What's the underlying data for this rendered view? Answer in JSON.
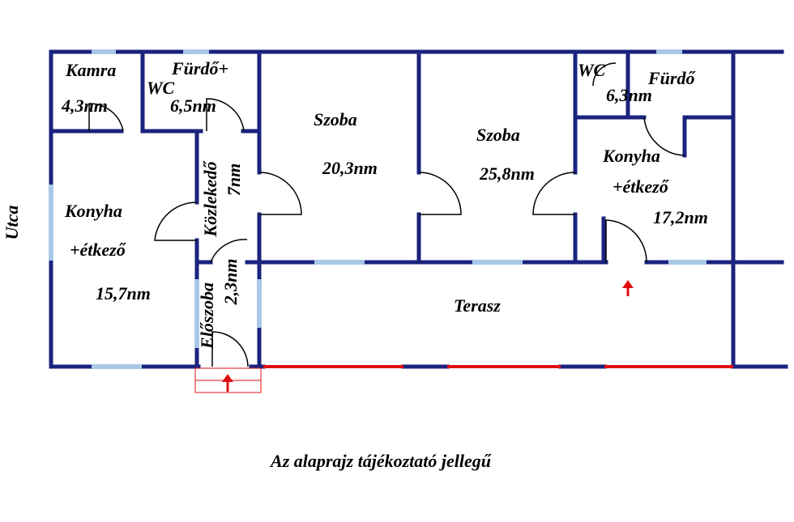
{
  "street_label": "Utca",
  "disclaimer": "Az alaprajz tájékoztató jellegű",
  "rooms": {
    "kamra_name": "Kamra",
    "kamra_area": "4,3nm",
    "furdo_wc_name_1": "Fürdő+",
    "furdo_wc_name_2": "WC",
    "furdo_wc_area": "6,5nm",
    "szoba1_name": "Szoba",
    "szoba1_area": "20,3nm",
    "szoba2_name": "Szoba",
    "szoba2_area": "25,8nm",
    "wc_name": "WC",
    "furdo2_name": "Fürdő",
    "furdo2_area": "6,3nm",
    "konyha_left_name_1": "Konyha",
    "konyha_left_name_2": "+étkező",
    "konyha_left_area": "15,7nm",
    "kozlekedo_name": "Közlekedő",
    "kozlekedo_area": "7nm",
    "eloszoba_name": "Előszoba",
    "eloszoba_area": "2,3nm",
    "konyha_right_name_1": "Konyha",
    "konyha_right_name_2": "+étkező",
    "konyha_right_area": "17,2nm",
    "terasz_name": "Terasz"
  },
  "colors": {
    "wall": "#1a237e",
    "window": "#a8c8e8",
    "entrance_arrow": "#e01010"
  }
}
